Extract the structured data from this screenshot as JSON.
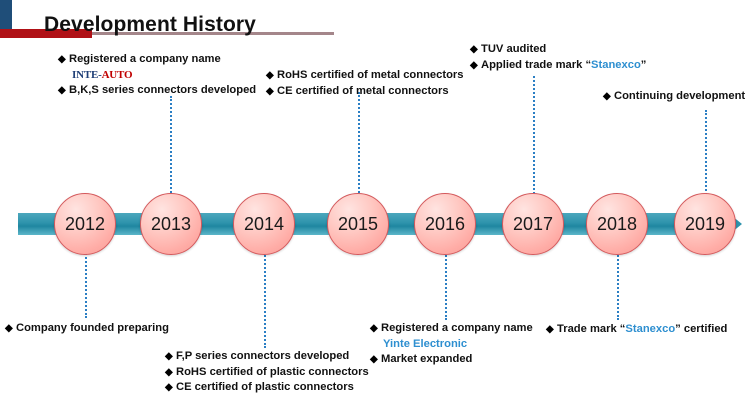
{
  "header": {
    "title": "Development History",
    "accent_blue": "#1f4e79",
    "accent_red": "#b01116",
    "rule_color": "#a4868a"
  },
  "timeline": {
    "bar_color": "#2e93ac",
    "circle_fill": "#ffc9c3",
    "circle_border": "#d4595c",
    "connector_color": "#2b7fc4",
    "years": [
      "2012",
      "2013",
      "2014",
      "2015",
      "2016",
      "2017",
      "2018",
      "2019"
    ]
  },
  "annotations": {
    "y2012_below": {
      "lines": [
        {
          "bullet": "◆",
          "text": "Company founded preparing"
        }
      ]
    },
    "y2013_above": {
      "lines": [
        {
          "bullet": "◆",
          "text": "Registered a company name"
        },
        {
          "bullet": "",
          "logo": {
            "part1": "INTE-",
            "part2": "AUTO"
          }
        },
        {
          "bullet": "◆",
          "text": "B,K,S series connectors developed"
        }
      ]
    },
    "y2014_below": {
      "lines": [
        {
          "bullet": "◆",
          "text": "F,P series connectors developed"
        },
        {
          "bullet": "◆",
          "text": "RoHS certified of plastic connectors"
        },
        {
          "bullet": "◆",
          "text": "CE certified of plastic connectors"
        }
      ]
    },
    "y2015_above": {
      "lines": [
        {
          "bullet": "◆",
          "text": "RoHS certified of metal connectors"
        },
        {
          "bullet": "◆",
          "text": "CE certified of metal connectors"
        }
      ]
    },
    "y2016_below": {
      "lines": [
        {
          "bullet": "◆",
          "text": "Registered a company name"
        },
        {
          "bullet": "",
          "blue_text": "Yinte Electronic"
        },
        {
          "bullet": "◆",
          "text": "Market expanded"
        }
      ]
    },
    "y2017_above": {
      "lines": [
        {
          "bullet": "◆",
          "text": "TUV audited"
        },
        {
          "bullet": "◆",
          "prefix": "Applied trade mark “",
          "brand": "Stanexco",
          "suffix": "”"
        }
      ]
    },
    "y2018_below": {
      "lines": [
        {
          "bullet": "◆",
          "prefix": "Trade mark “",
          "brand": "Stanexco",
          "suffix": "” certified"
        }
      ]
    },
    "y2019_above": {
      "lines": [
        {
          "bullet": "◆",
          "text": "Continuing development"
        }
      ]
    }
  }
}
